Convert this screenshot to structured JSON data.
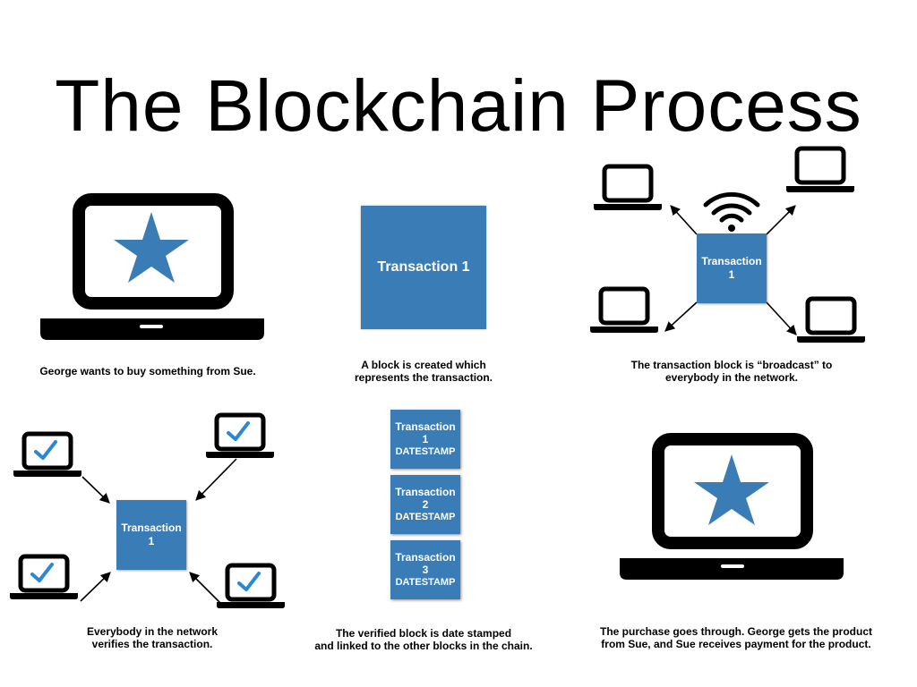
{
  "title": "The Blockchain Process",
  "colors": {
    "block": "#3a7db6",
    "check": "#2b87d8",
    "star": "#3a7db6"
  },
  "panels": {
    "step1": {
      "caption": "George wants to buy something from Sue.",
      "icon": "laptop-star-icon"
    },
    "step2": {
      "block_label": "Transaction 1",
      "caption": "A block is created which\nrepresents the transaction."
    },
    "step3": {
      "block_label": "Transaction\n1",
      "caption": "The transaction block is “broadcast” to\neverybody in the network.",
      "icons": [
        "laptop-icon",
        "wifi-icon"
      ]
    },
    "step4": {
      "block_label": "Transaction\n1",
      "caption": "Everybody in the network\nverifies the transaction.",
      "icons": [
        "laptop-check-icon"
      ]
    },
    "step5": {
      "chain": [
        {
          "line1": "Transaction",
          "line2": "1",
          "stamp": "DATESTAMP"
        },
        {
          "line1": "Transaction",
          "line2": "2",
          "stamp": "DATESTAMP"
        },
        {
          "line1": "Transaction",
          "line2": "3",
          "stamp": "DATESTAMP"
        }
      ],
      "caption": "The verified block is date stamped\nand linked to the other blocks in the chain."
    },
    "step6": {
      "caption": "The purchase goes through.  George gets the product\nfrom Sue, and Sue receives payment for the product.",
      "icon": "laptop-star-icon"
    }
  }
}
